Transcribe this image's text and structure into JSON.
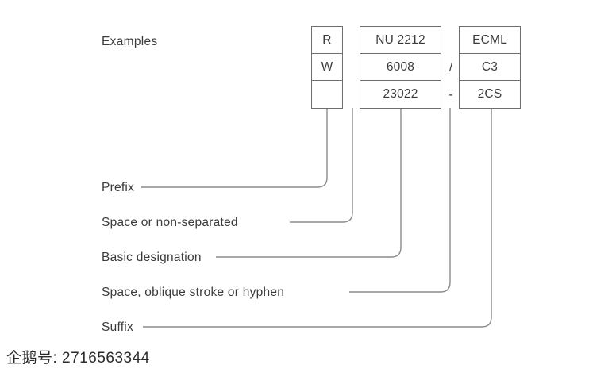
{
  "diagram": {
    "examples_label": "Examples",
    "line_color": "#8a8a8a",
    "border_color": "#6e6e6e",
    "text_color": "#3b3b3b",
    "columns": [
      {
        "name": "prefix",
        "cells": [
          "R",
          "W",
          ""
        ]
      },
      {
        "name": "basic-designation",
        "cells": [
          "NU 2212",
          "6008",
          "23022"
        ]
      },
      {
        "name": "suffix",
        "cells": [
          "ECML",
          "C3",
          "2CS"
        ]
      }
    ],
    "separators": {
      "slash": "/",
      "hyphen": "-"
    },
    "callouts": [
      {
        "label": "Prefix"
      },
      {
        "label": "Space or non-separated"
      },
      {
        "label": "Basic designation"
      },
      {
        "label": "Space, oblique stroke or hyphen"
      },
      {
        "label": "Suffix"
      }
    ]
  },
  "watermark": {
    "text": "企鹅号: 2716563344"
  }
}
